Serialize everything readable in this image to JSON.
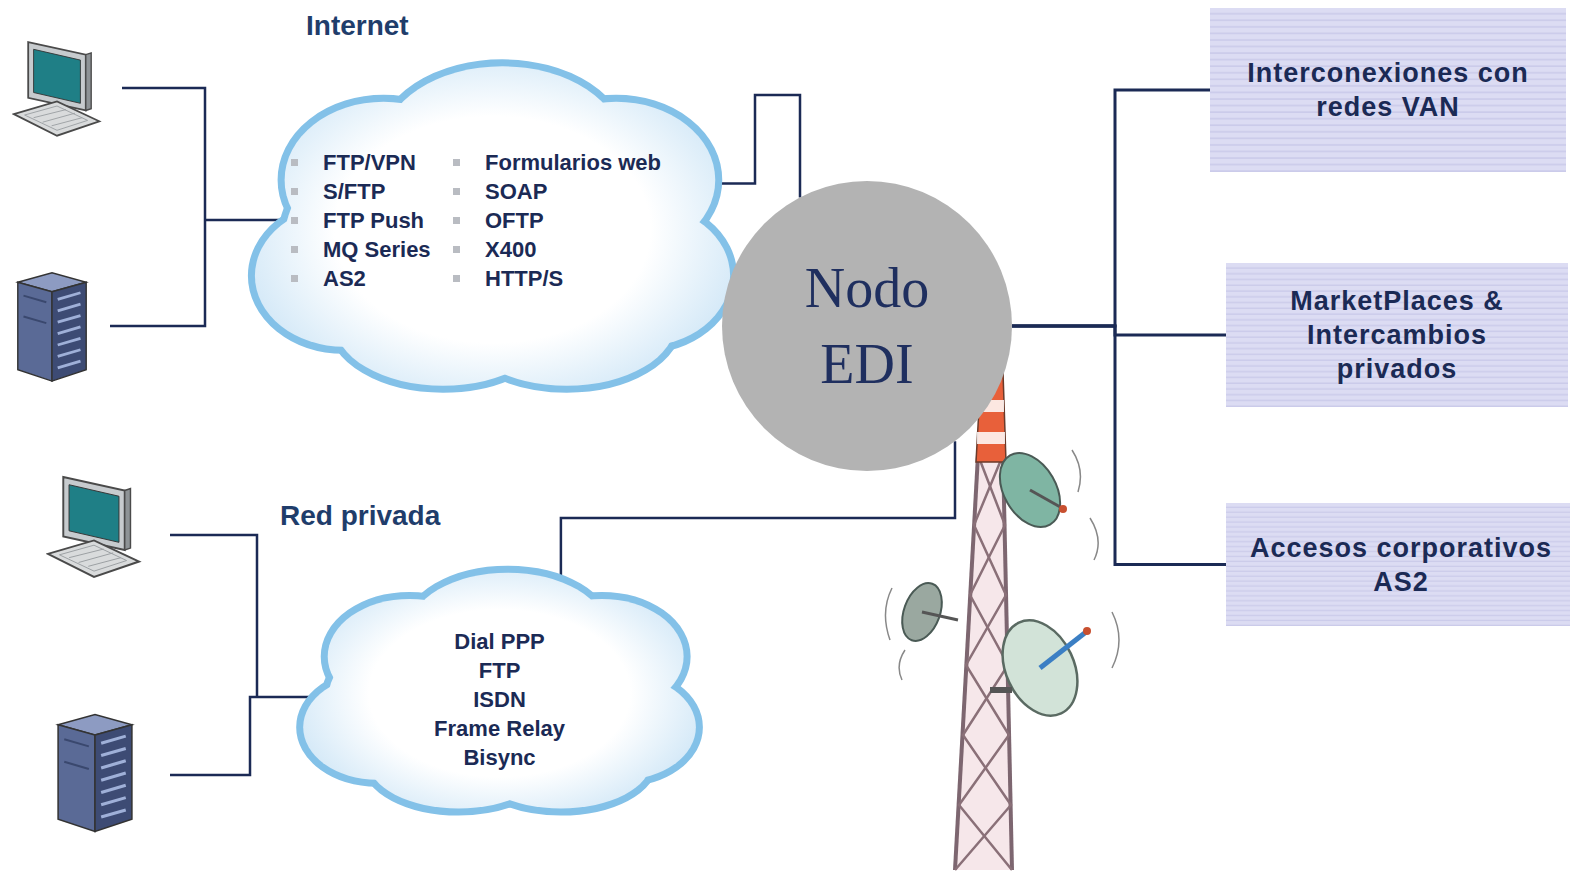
{
  "diagram": {
    "nodes": [
      {
        "text": [
          "Internet",
          "FTP/VPN",
          "S/FTP",
          "FTP Push",
          "MQ Series",
          "AS2",
          "Formularios web",
          "SOAP",
          "OFTP",
          "X400",
          "HTTP/S"
        ]
      },
      {
        "text": [
          "Nodo EDI"
        ]
      },
      {
        "text": [
          "Interconexiones con redes VAN"
        ]
      },
      {
        "text": [
          "MarketPlaces & Intercambios privados"
        ]
      },
      {
        "text": [
          "Red privada",
          "Dial PPP",
          "FTP",
          "ISDN",
          "Frame Relay",
          "Bisync"
        ]
      },
      {
        "text": [
          "Accesos corporativos AS2"
        ]
      }
    ],
    "edges": [
      {
        "from": 0,
        "to": 1,
        "arrow": "none"
      },
      {
        "from": 4,
        "to": 1,
        "arrow": "none"
      },
      {
        "from": 1,
        "to": 2,
        "arrow": "none"
      },
      {
        "from": 1,
        "to": 3,
        "arrow": "none"
      },
      {
        "from": 1,
        "to": 5,
        "arrow": "none"
      }
    ]
  }
}
